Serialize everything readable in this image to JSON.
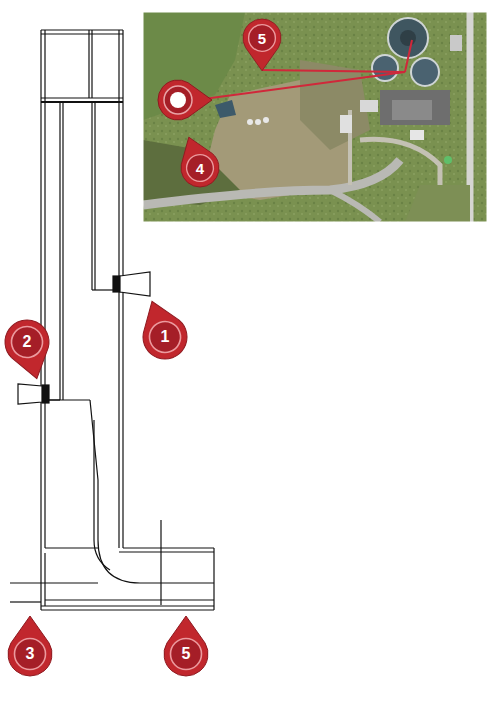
{
  "diagram": {
    "nodes": [
      {
        "text": [
          "5"
        ]
      },
      {
        "text": [
          "4"
        ]
      },
      {
        "text": [
          "1"
        ]
      },
      {
        "text": [
          "2"
        ]
      },
      {
        "text": [
          "3"
        ]
      },
      {
        "text": [
          "5"
        ]
      }
    ]
  }
}
